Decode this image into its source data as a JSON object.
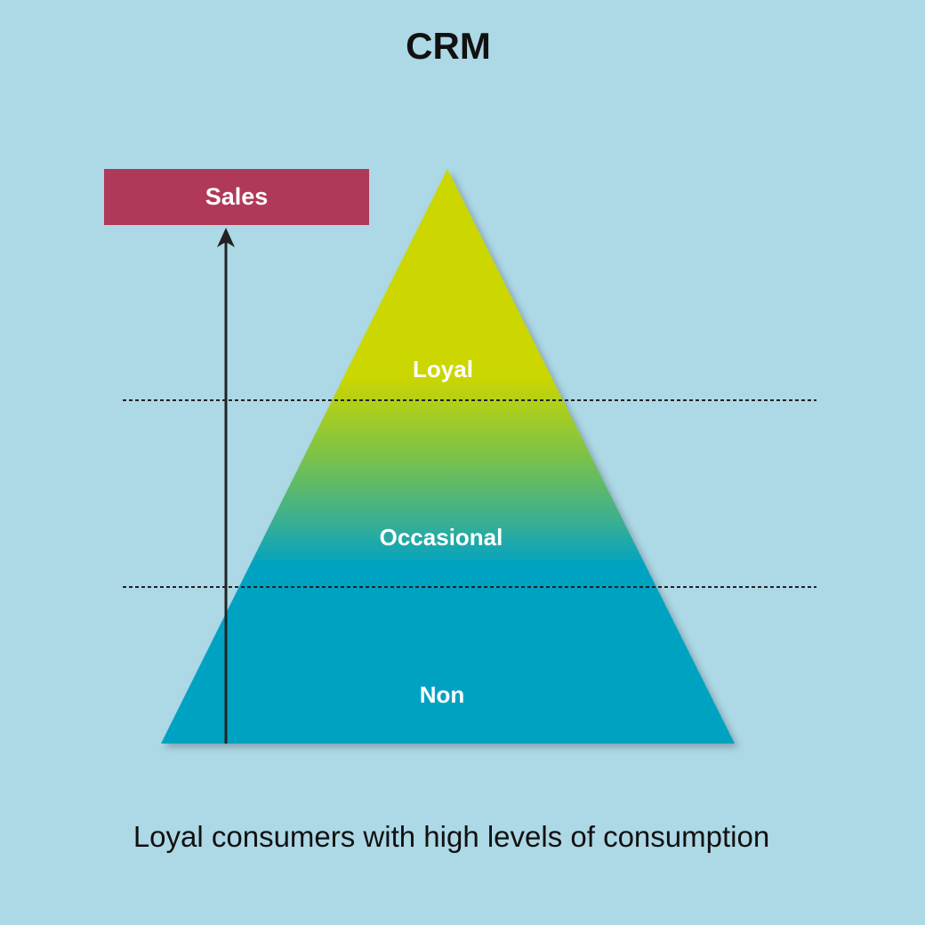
{
  "title": "CRM",
  "sales_label": "Sales",
  "tiers": [
    {
      "label": "Loyal"
    },
    {
      "label": "Occasional"
    },
    {
      "label": "Non"
    }
  ],
  "caption": "Loyal consumers with high levels of consumption",
  "colors": {
    "background": "#add8e6",
    "sales_box": "#b03858",
    "pyramid_top": "#ccd600",
    "pyramid_bottom": "#00a2c2",
    "arrow": "#222222",
    "divider": "#222222"
  }
}
